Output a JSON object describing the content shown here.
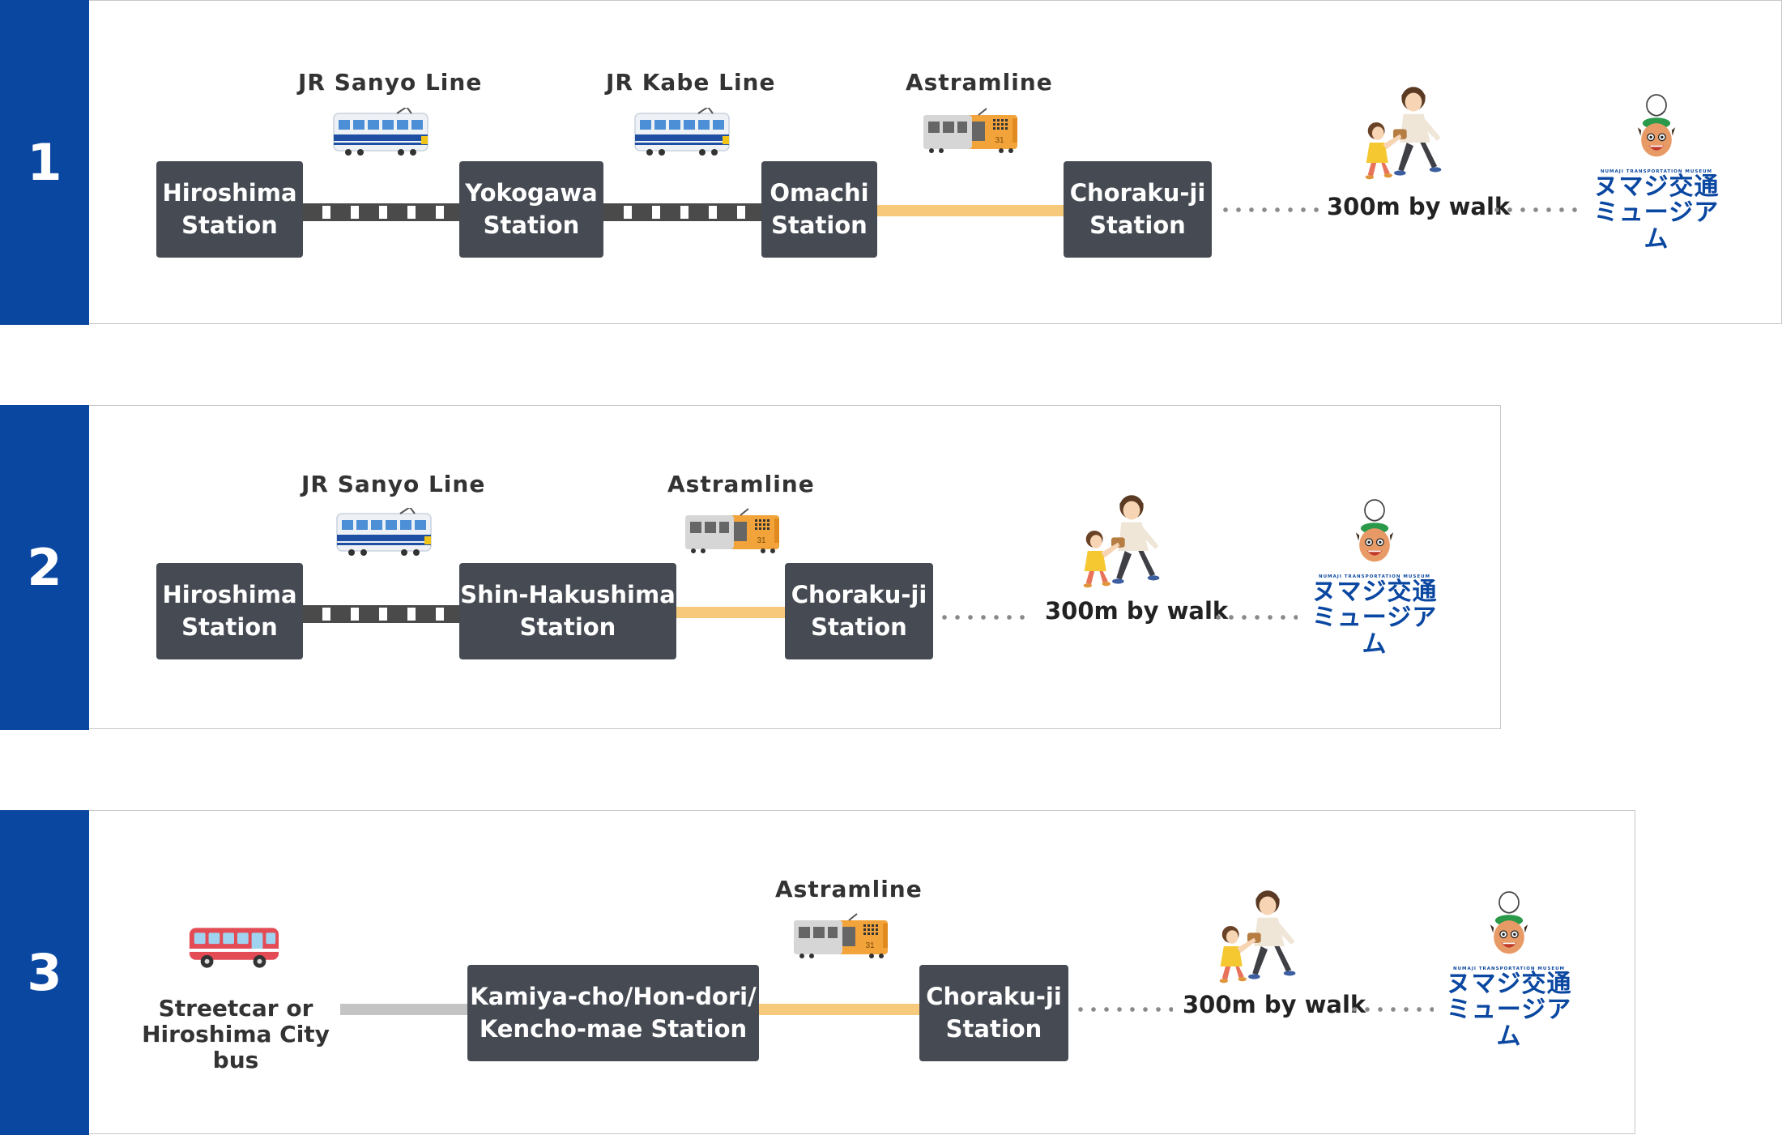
{
  "routes": [
    {
      "number": "1",
      "lines": [
        "JR Sanyo Line",
        "JR Kabe Line",
        "Astramline"
      ],
      "stations": [
        "Hiroshima\nStation",
        "Yokogawa\nStation",
        "Omachi\nStation",
        "Choraku-ji\nStation"
      ],
      "walk": "300m by walk"
    },
    {
      "number": "2",
      "lines": [
        "JR Sanyo Line",
        "Astramline"
      ],
      "stations": [
        "Hiroshima\nStation",
        "Shin-Hakushima\nStation",
        "Choraku-ji\nStation"
      ],
      "walk": "300m by walk"
    },
    {
      "number": "3",
      "lines": [
        "Astramline"
      ],
      "origin": "Streetcar or\nHiroshima City bus",
      "stations": [
        "Kamiya-cho/Hon-dori/\nKencho-mae Station",
        "Choraku-ji\nStation"
      ],
      "walk": "300m by walk"
    }
  ],
  "museum": {
    "subtitle": "NUMAJI TRANSPORTATION MUSEUM",
    "name_line1": "ヌマジ交通",
    "name_line2": "ミュージアム"
  },
  "colors": {
    "route_number_bg": "#0a47a1",
    "station_bg": "#464b53",
    "astramline_track": "#f7c97a",
    "jr_track": "#4a4a4a",
    "bus_track": "#c4c4c4",
    "museum_text": "#0a47a1"
  },
  "icons": [
    "jr-train-icon",
    "astramline-train-icon",
    "city-bus-icon",
    "walking-family-icon",
    "museum-mascot-icon"
  ]
}
